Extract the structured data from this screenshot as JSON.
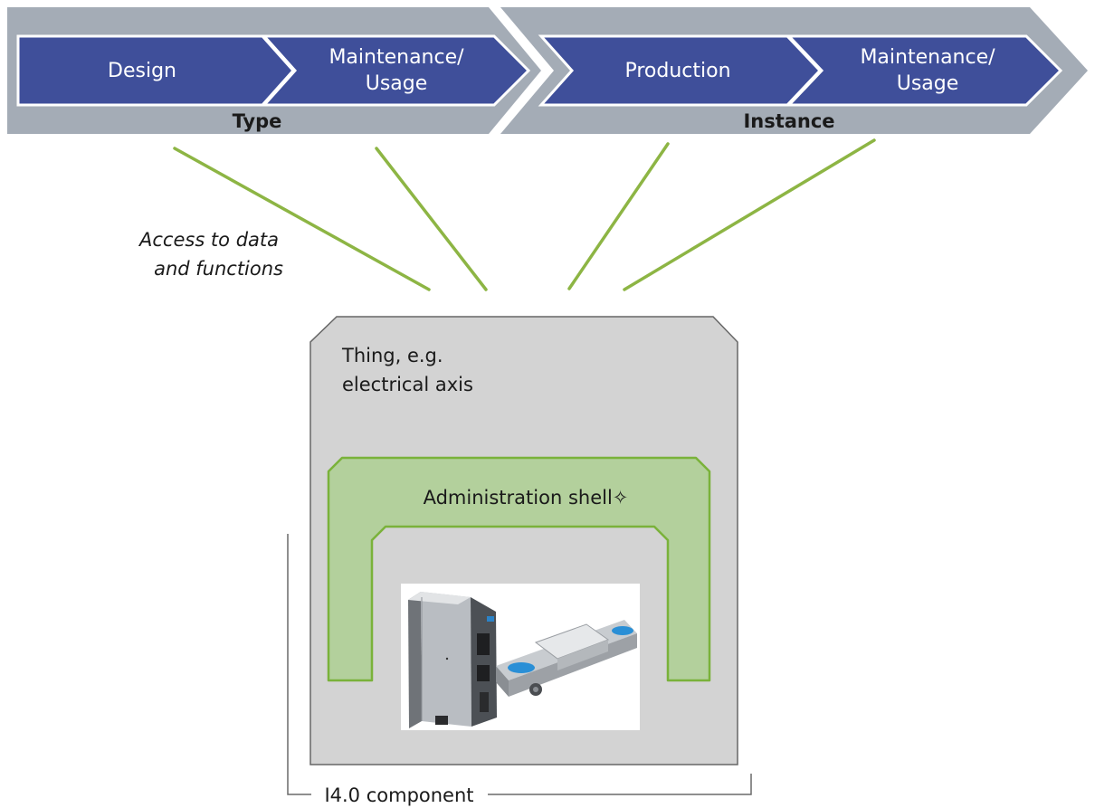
{
  "type_band": {
    "label": "Type",
    "phases": [
      {
        "lines": [
          "Design"
        ]
      },
      {
        "lines": [
          "Maintenance/",
          "Usage"
        ]
      }
    ]
  },
  "instance_band": {
    "label": "Instance",
    "phases": [
      {
        "lines": [
          "Production"
        ]
      },
      {
        "lines": [
          "Maintenance/",
          "Usage"
        ]
      }
    ]
  },
  "access_label": [
    "Access to data",
    "and functions"
  ],
  "thing_label": [
    "Thing, e.g.",
    "electrical axis"
  ],
  "admin_shell_label": "Administration shell✧",
  "component_label": "I4.0 component",
  "colors": {
    "band_gray": "#a4acb6",
    "phase_blue": "#3f4f9a",
    "connector_green": "#8db544",
    "thing_gray": "#d3d3d3",
    "shell_green": "#b3d09c",
    "shell_border": "#7ab23a"
  }
}
